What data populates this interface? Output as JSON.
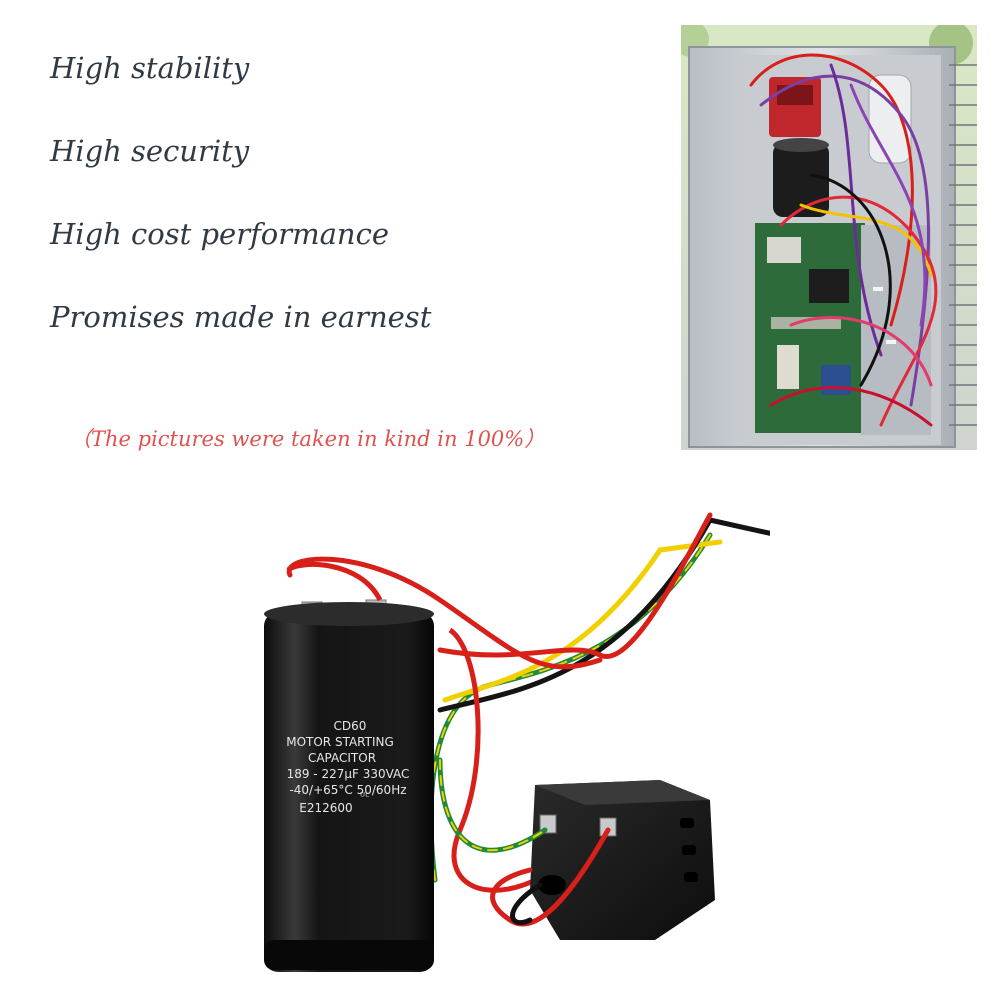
{
  "features": [
    "High stability",
    "High security",
    "High cost performance",
    "Promises made in earnest"
  ],
  "caption": "（The pictures were taken in kind in 100%）",
  "capacitor_label": {
    "model": "CD60",
    "line1": "MOTOR STARTING",
    "line2": "CAPACITOR",
    "line3": "189 - 227µF 330VAC",
    "line4": "-40/+65°C  50/60Hz",
    "line5": "E212600"
  },
  "colors": {
    "text": "#2f3a45",
    "caption": "#e0524f",
    "wire_red": "#d8201a",
    "wire_yellow": "#f0d000",
    "wire_green": "#1f8a3a",
    "wire_black": "#141414"
  }
}
